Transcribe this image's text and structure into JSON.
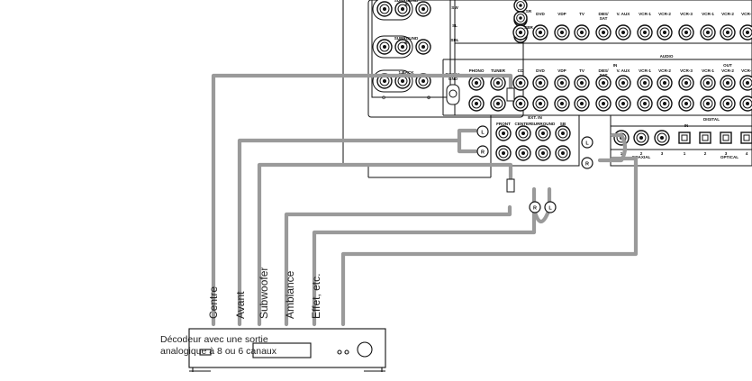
{
  "caption": {
    "line1": "Décodeur avec une sortie",
    "line2": "analogique à 8 ou 6 canaux"
  },
  "cable_labels": [
    "Centre",
    "Avant",
    "Subwoofer",
    "Ambiance",
    "Effet, etc."
  ],
  "panel": {
    "video_labels": [
      "DVD",
      "VDP",
      "TV",
      "DBS/\nSAT",
      "V. AUX",
      "VCR-1",
      "VCR-2",
      "VCR-3",
      "VCR-1",
      "VCR-2",
      "VCR-3"
    ],
    "audio_header": "AUDIO",
    "audio_in": "IN",
    "audio_out": "OUT",
    "audio_labels": [
      "PHONO",
      "TUNER",
      "CD",
      "DVD",
      "VDP",
      "TV",
      "DBS/\nSAT",
      "V. AUX",
      "VCR-1",
      "VCR-2",
      "VCR-3",
      "VCR-1",
      "VCR-2",
      "VCR-3"
    ],
    "ext_in": "EXT. IN",
    "ext_labels": [
      "FRONT",
      "CENTER",
      "SURROUND",
      "SB"
    ],
    "digital": "DIGITAL",
    "digital_in": "IN",
    "coaxial": "COAXIAL",
    "optical": "OPTICAL",
    "digital_nums": [
      "1",
      "2",
      "3",
      "1",
      "2",
      "3",
      "4"
    ],
    "surround_labels": [
      "SURROUND\nA",
      "SURROUND\nB",
      "1 BACK"
    ],
    "misc_labels": [
      "SW",
      "SR",
      "SL",
      "SBR",
      "SBL"
    ],
    "signal_gnd": "SIGNAL\nGND",
    "plug_letters": [
      "L",
      "R",
      "R",
      "L",
      "L",
      "R"
    ]
  }
}
